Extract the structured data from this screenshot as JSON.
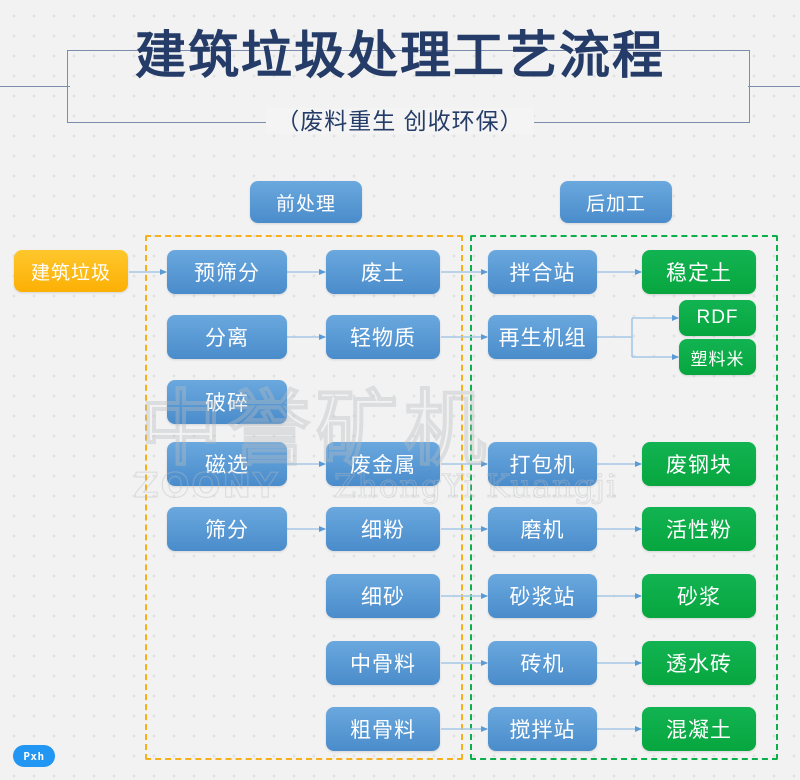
{
  "header": {
    "title": "建筑垃圾处理工艺流程",
    "subtitle": "（废料重生 创收环保）"
  },
  "groups": [
    {
      "id": "pre",
      "label": "前处理",
      "border_color": "#f5b01a"
    },
    {
      "id": "post",
      "label": "后加工",
      "border_color": "#0cb04a"
    }
  ],
  "colors": {
    "blue": "#5b9bd5",
    "green": "#0cae43",
    "orange": "#fcb813",
    "title": "#243c67",
    "background": "#f2f2f2",
    "connector": "#a5c8e8"
  },
  "nodes": {
    "input": {
      "label": "建筑垃圾",
      "color": "orange"
    },
    "pre_equipment": [
      {
        "label": "预筛分",
        "color": "blue"
      },
      {
        "label": "分离",
        "color": "blue"
      },
      {
        "label": "破碎",
        "color": "blue"
      },
      {
        "label": "磁选",
        "color": "blue"
      },
      {
        "label": "筛分",
        "color": "blue"
      }
    ],
    "materials": [
      {
        "label": "废土",
        "color": "blue"
      },
      {
        "label": "轻物质",
        "color": "blue"
      },
      {
        "label": "废金属",
        "color": "blue"
      },
      {
        "label": "细粉",
        "color": "blue"
      },
      {
        "label": "细砂",
        "color": "blue"
      },
      {
        "label": "中骨料",
        "color": "blue"
      },
      {
        "label": "粗骨料",
        "color": "blue"
      }
    ],
    "post_equipment": [
      {
        "label": "拌合站",
        "color": "blue"
      },
      {
        "label": "再生机组",
        "color": "blue"
      },
      {
        "label": "打包机",
        "color": "blue"
      },
      {
        "label": "磨机",
        "color": "blue"
      },
      {
        "label": "砂浆站",
        "color": "blue"
      },
      {
        "label": "砖机",
        "color": "blue"
      },
      {
        "label": "搅拌站",
        "color": "blue"
      }
    ],
    "products": [
      {
        "label": "稳定土",
        "color": "green"
      },
      {
        "label": "RDF",
        "color": "green"
      },
      {
        "label": "塑料米",
        "color": "green"
      },
      {
        "label": "废钢块",
        "color": "green"
      },
      {
        "label": "活性粉",
        "color": "green"
      },
      {
        "label": "砂浆",
        "color": "green"
      },
      {
        "label": "透水砖",
        "color": "green"
      },
      {
        "label": "混凝土",
        "color": "green"
      }
    ]
  },
  "watermark": {
    "cn": "中誉矿机",
    "en_brand": "ZOONY",
    "en_pinyin": "ZhongYi Kuangji"
  },
  "logo": {
    "text": "Pxh"
  }
}
